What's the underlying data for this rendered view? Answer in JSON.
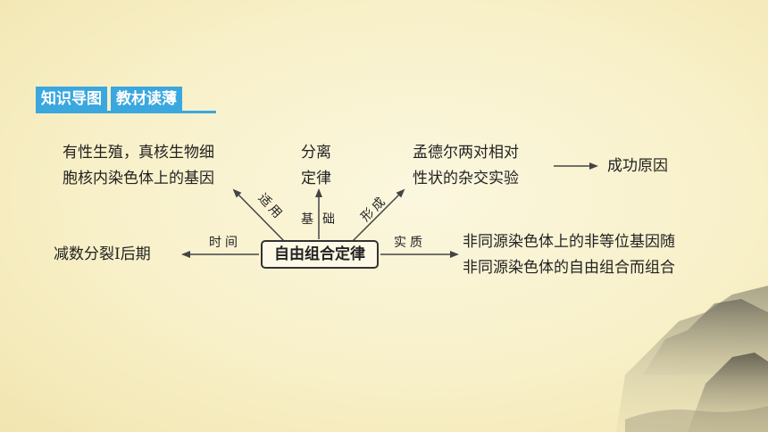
{
  "header": {
    "tag1": "知识导图",
    "tag2": "教材读薄"
  },
  "center": "自由组合定律",
  "branches": {
    "left_top_line1": "有性生殖，真核生物细",
    "left_top_line2": "胞核内染色体上的基因",
    "apply": "适用",
    "top_line1": "分离",
    "top_line2": "定律",
    "basis": "基础",
    "form": "形成",
    "right_top_line1": "孟德尔两对相对",
    "right_top_line2": "性状的杂交实验",
    "success": "成功原因",
    "time": "时间",
    "left": "减数分裂Ⅰ后期",
    "essence": "实质",
    "right_line1": "非同源染色体上的非等位基因随",
    "right_line2": "非同源染色体的自由组合而组合"
  }
}
